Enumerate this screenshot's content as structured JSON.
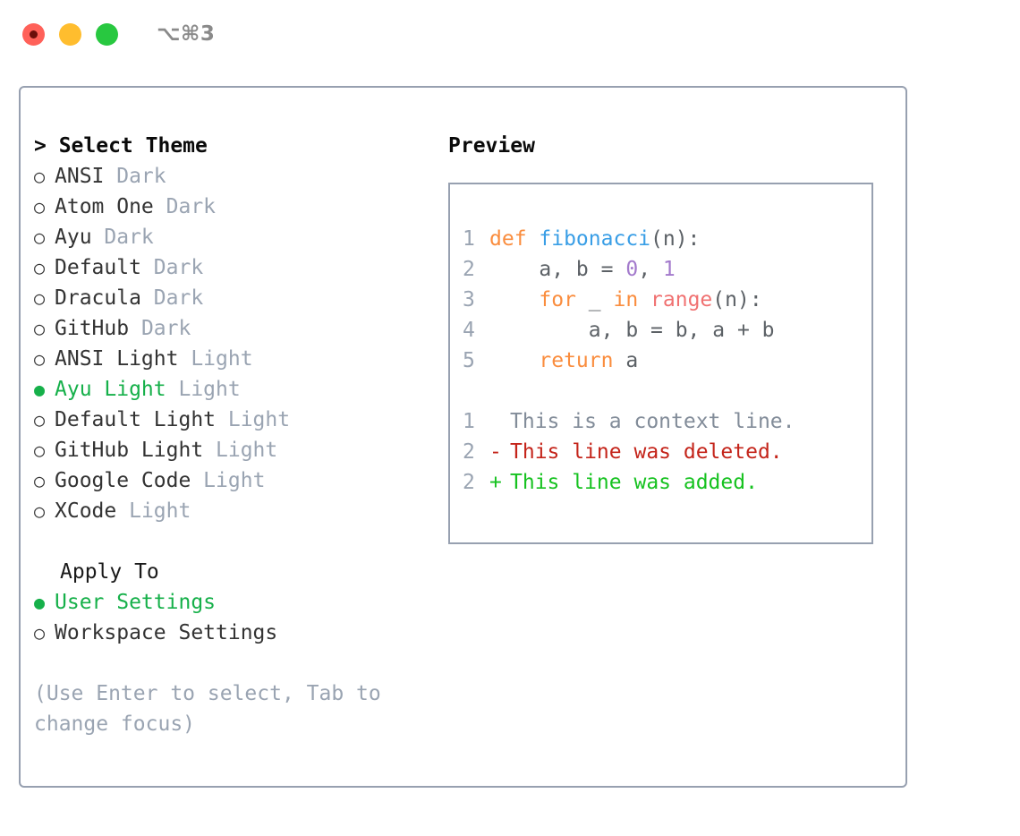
{
  "titlebar": {
    "shortcut": "⌥⌘3",
    "lights": [
      {
        "name": "close-button",
        "color": "#ff6159"
      },
      {
        "name": "minimize-button",
        "color": "#ffbd2e"
      },
      {
        "name": "maximize-button",
        "color": "#28c840"
      }
    ]
  },
  "theme_list": {
    "heading": "> Select Theme",
    "options": [
      {
        "bullet": "○",
        "label": "ANSI",
        "kind": "Dark",
        "selected": false
      },
      {
        "bullet": "○",
        "label": "Atom One",
        "kind": "Dark",
        "selected": false
      },
      {
        "bullet": "○",
        "label": "Ayu",
        "kind": "Dark",
        "selected": false
      },
      {
        "bullet": "○",
        "label": "Default",
        "kind": "Dark",
        "selected": false
      },
      {
        "bullet": "○",
        "label": "Dracula",
        "kind": "Dark",
        "selected": false
      },
      {
        "bullet": "○",
        "label": "GitHub",
        "kind": "Dark",
        "selected": false
      },
      {
        "bullet": "○",
        "label": "ANSI Light",
        "kind": "Light",
        "selected": false
      },
      {
        "bullet": "●",
        "label": "Ayu Light",
        "kind": "Light",
        "selected": true
      },
      {
        "bullet": "○",
        "label": "Default Light",
        "kind": "Light",
        "selected": false
      },
      {
        "bullet": "○",
        "label": "GitHub Light",
        "kind": "Light",
        "selected": false
      },
      {
        "bullet": "○",
        "label": "Google Code",
        "kind": "Light",
        "selected": false
      },
      {
        "bullet": "○",
        "label": "XCode",
        "kind": "Light",
        "selected": false
      }
    ]
  },
  "apply_to": {
    "heading": "Apply To",
    "options": [
      {
        "bullet": "●",
        "label": "User Settings",
        "kind": "",
        "selected": true
      },
      {
        "bullet": "○",
        "label": "Workspace Settings",
        "kind": "",
        "selected": false
      }
    ]
  },
  "hint": "(Use Enter to select, Tab to change focus)",
  "preview": {
    "heading": "Preview",
    "code_lines": [
      {
        "number": "1",
        "tokens": [
          {
            "text": "def ",
            "type": "kw"
          },
          {
            "text": "fibonacci",
            "type": "fn"
          },
          {
            "text": "(n):",
            "type": "txt"
          }
        ]
      },
      {
        "number": "2",
        "tokens": [
          {
            "text": "    a, b = ",
            "type": "txt"
          },
          {
            "text": "0",
            "type": "num"
          },
          {
            "text": ", ",
            "type": "txt"
          },
          {
            "text": "1",
            "type": "num"
          }
        ]
      },
      {
        "number": "3",
        "tokens": [
          {
            "text": "    ",
            "type": "txt"
          },
          {
            "text": "for",
            "type": "kw"
          },
          {
            "text": " _ ",
            "type": "txt"
          },
          {
            "text": "in",
            "type": "kw"
          },
          {
            "text": " ",
            "type": "txt"
          },
          {
            "text": "range",
            "type": "call"
          },
          {
            "text": "(n):",
            "type": "txt"
          }
        ]
      },
      {
        "number": "4",
        "tokens": [
          {
            "text": "        a, b = b, a + b",
            "type": "txt"
          }
        ]
      },
      {
        "number": "5",
        "tokens": [
          {
            "text": "    ",
            "type": "txt"
          },
          {
            "text": "return",
            "type": "kw"
          },
          {
            "text": " a",
            "type": "txt"
          }
        ]
      }
    ],
    "diff_lines": [
      {
        "number": "1",
        "mark": " ",
        "text": "This is a context line.",
        "type": "ctx"
      },
      {
        "number": "2",
        "mark": "-",
        "text": "This line was deleted.",
        "type": "del"
      },
      {
        "number": "2",
        "mark": "+",
        "text": "This line was added.",
        "type": "add"
      }
    ]
  },
  "colors": {
    "accent_green": "#16b04a",
    "muted": "#9aa4b2",
    "border": "#97a0b0",
    "keyword": "#fa8d3e",
    "function": "#399ee6",
    "number": "#a37acc",
    "call": "#f07171",
    "diff_added": "#16c220",
    "diff_deleted": "#c4241a"
  }
}
